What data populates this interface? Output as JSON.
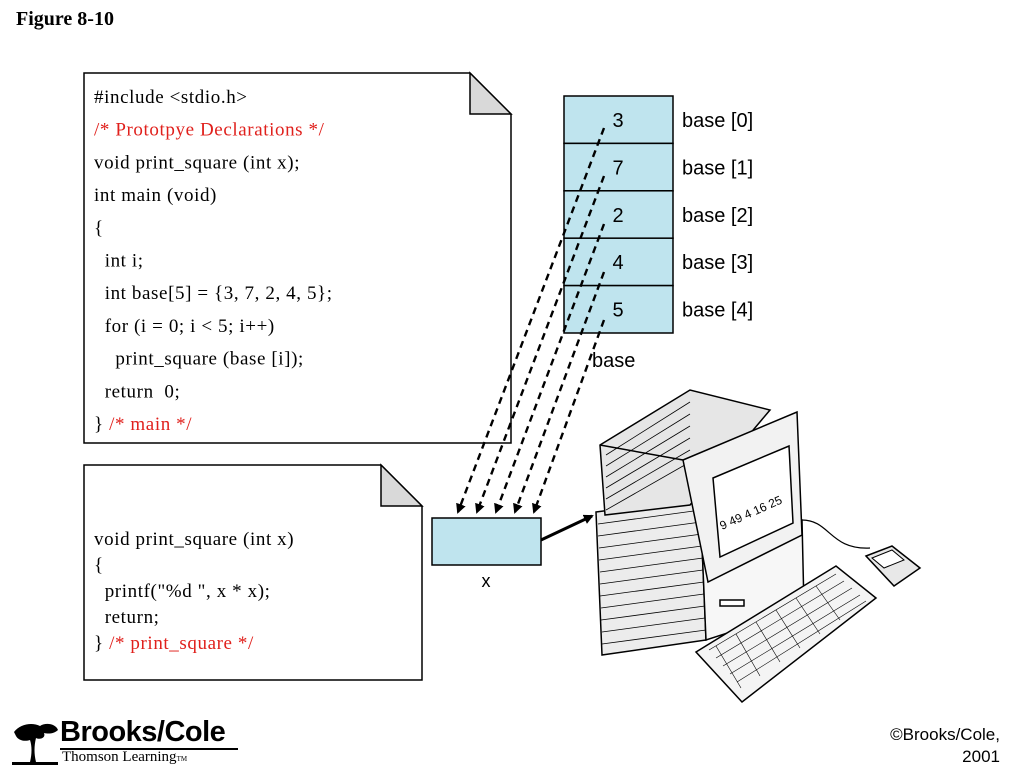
{
  "figure_title": "Figure 8-10",
  "main_code": [
    {
      "text": "#include <stdio.h>",
      "color": "#000000"
    },
    {
      "text": "/* Prototpye Declarations */",
      "color": "#e0201c"
    },
    {
      "text": "void print_square (int x);",
      "color": "#000000"
    },
    {
      "text": "int main (void)",
      "color": "#000000"
    },
    {
      "text": "{",
      "color": "#000000"
    },
    {
      "text": "  int i;",
      "color": "#000000"
    },
    {
      "text": "  int base[5] = {3, 7, 2, 4, 5};",
      "color": "#000000"
    },
    {
      "text": "  for (i = 0; i < 5; i++)",
      "color": "#000000"
    },
    {
      "text": "    print_square (base [i]);",
      "color": "#000000"
    },
    {
      "text": "  return  0;",
      "color": "#000000"
    }
  ],
  "main_code_last": {
    "brace": "} ",
    "comment": "/* main */"
  },
  "func_code": [
    "void print_square (int x)",
    "{",
    "  printf(\"%d \", x * x);",
    "  return;"
  ],
  "func_code_last": {
    "brace": "} ",
    "comment": "/* print_square */"
  },
  "array": {
    "values": [
      "3",
      "7",
      "2",
      "4",
      "5"
    ],
    "labels": [
      "base [0]",
      "base [1]",
      "base [2]",
      "base [3]",
      "base [4]"
    ],
    "name": "base",
    "cell_color": "#bfe4ee"
  },
  "param_label": "x",
  "screen_output": "9 49 4 16 25",
  "publisher": {
    "brand": "Brooks/Cole",
    "sub": "Thomson Learning",
    "tm": "TM"
  },
  "copyright_line1": "©Brooks/Cole,",
  "copyright_line2": "2001"
}
